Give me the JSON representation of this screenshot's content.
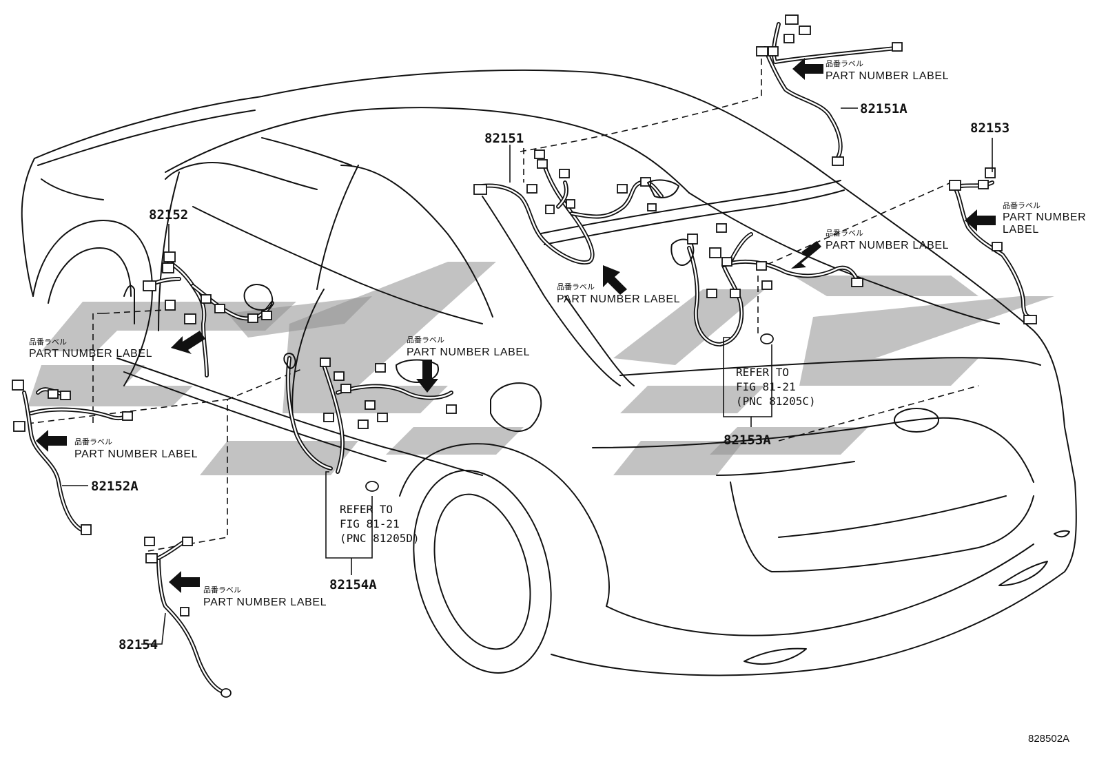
{
  "parts": {
    "p82151": "82151",
    "p82151A": "82151A",
    "p82152": "82152",
    "p82152A": "82152A",
    "p82153": "82153",
    "p82153A": "82153A",
    "p82154": "82154",
    "p82154A": "82154A"
  },
  "label": {
    "jp": "品番ラベル",
    "en": "PART NUMBER LABEL",
    "en_line1": "PART NUMBER",
    "en_line2": "LABEL"
  },
  "refs": {
    "c": {
      "line1": "REFER TO",
      "line2": "FIG 81-21",
      "line3": "(PNC 81205C)"
    },
    "d": {
      "line1": "REFER TO",
      "line2": "FIG 81-21",
      "line3": "(PNC 81205D)"
    }
  },
  "figure_id": "828502A",
  "watermark": {
    "color": "#8f8f8f"
  }
}
